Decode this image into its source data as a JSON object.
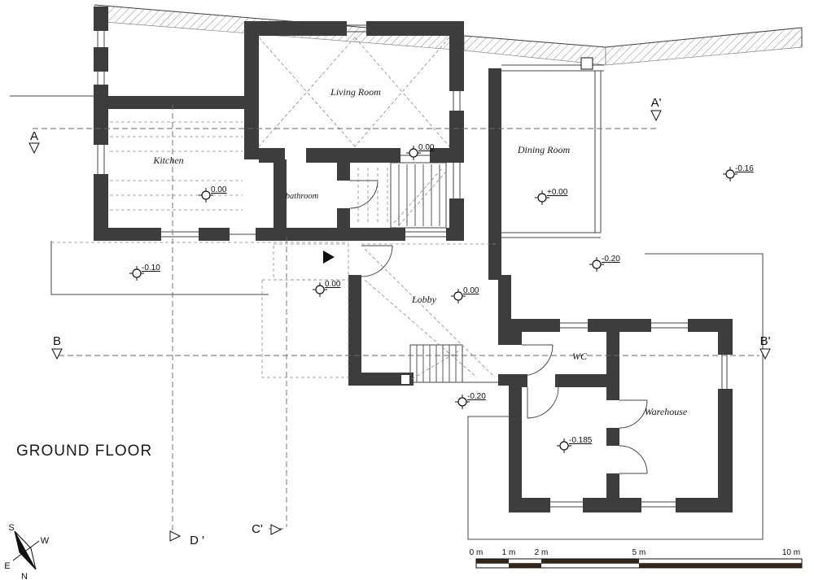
{
  "title": "GROUND FLOOR",
  "colors": {
    "wall": "#3d3d3d",
    "line": "#444444",
    "hatch": "#8a8a8a",
    "scalebar_dark": "#33261a"
  },
  "rooms": [
    {
      "name": "Living Room"
    },
    {
      "name": "Kitchen"
    },
    {
      "name": "bathroom"
    },
    {
      "name": "Dining Room"
    },
    {
      "name": "Lobby"
    },
    {
      "name": "WC"
    },
    {
      "name": "Warehouse"
    }
  ],
  "levels": [
    {
      "value": "0.00"
    },
    {
      "value": "0.00"
    },
    {
      "value": "+0.00"
    },
    {
      "value": "-0.16"
    },
    {
      "value": "-0.10"
    },
    {
      "value": "0.00"
    },
    {
      "value": "0.00"
    },
    {
      "value": "-0.20"
    },
    {
      "value": "-0.20"
    },
    {
      "value": "-0.185"
    }
  ],
  "sections": [
    {
      "label": "A"
    },
    {
      "label": "A'"
    },
    {
      "label": "B"
    },
    {
      "label": "B'"
    },
    {
      "label": "C'"
    },
    {
      "label": "D '"
    }
  ],
  "compass": {
    "s": "S",
    "w": "W",
    "e": "E",
    "n": "N"
  },
  "scalebar": {
    "labels": [
      "0 m",
      "1 m",
      "2 m",
      "5 m",
      "10 m"
    ]
  }
}
